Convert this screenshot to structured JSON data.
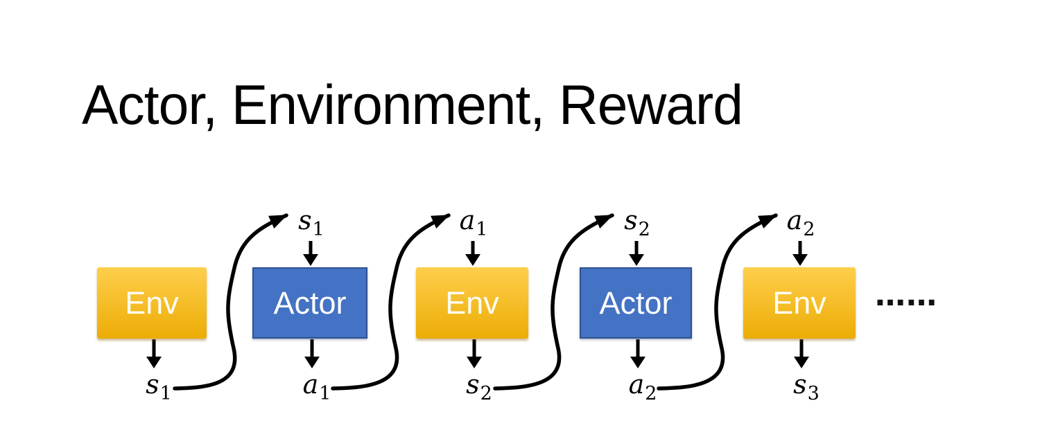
{
  "slide": {
    "title": "Actor, Environment, Reward",
    "ellipsis": "……"
  },
  "colors": {
    "background": "#FFFFFF",
    "title": "#000000",
    "env_gradient_top": "#FECF4D",
    "env_gradient_bottom": "#ECAC05",
    "actor_fill": "#4472C4",
    "actor_border": "#2F528F",
    "arrow": "#000000",
    "box_text": "#FFFFFF"
  },
  "diagram": {
    "boxes": [
      {
        "label": "Env"
      },
      {
        "label": "Actor"
      },
      {
        "label": "Env"
      },
      {
        "label": "Actor"
      },
      {
        "label": "Env"
      }
    ],
    "top_labels": [
      {
        "base": "s",
        "sub": "1"
      },
      {
        "base": "a",
        "sub": "1"
      },
      {
        "base": "s",
        "sub": "2"
      },
      {
        "base": "a",
        "sub": "2"
      }
    ],
    "bottom_labels": [
      {
        "base": "s",
        "sub": "1"
      },
      {
        "base": "a",
        "sub": "1"
      },
      {
        "base": "s",
        "sub": "2"
      },
      {
        "base": "a",
        "sub": "2"
      },
      {
        "base": "s",
        "sub": "3"
      }
    ]
  }
}
